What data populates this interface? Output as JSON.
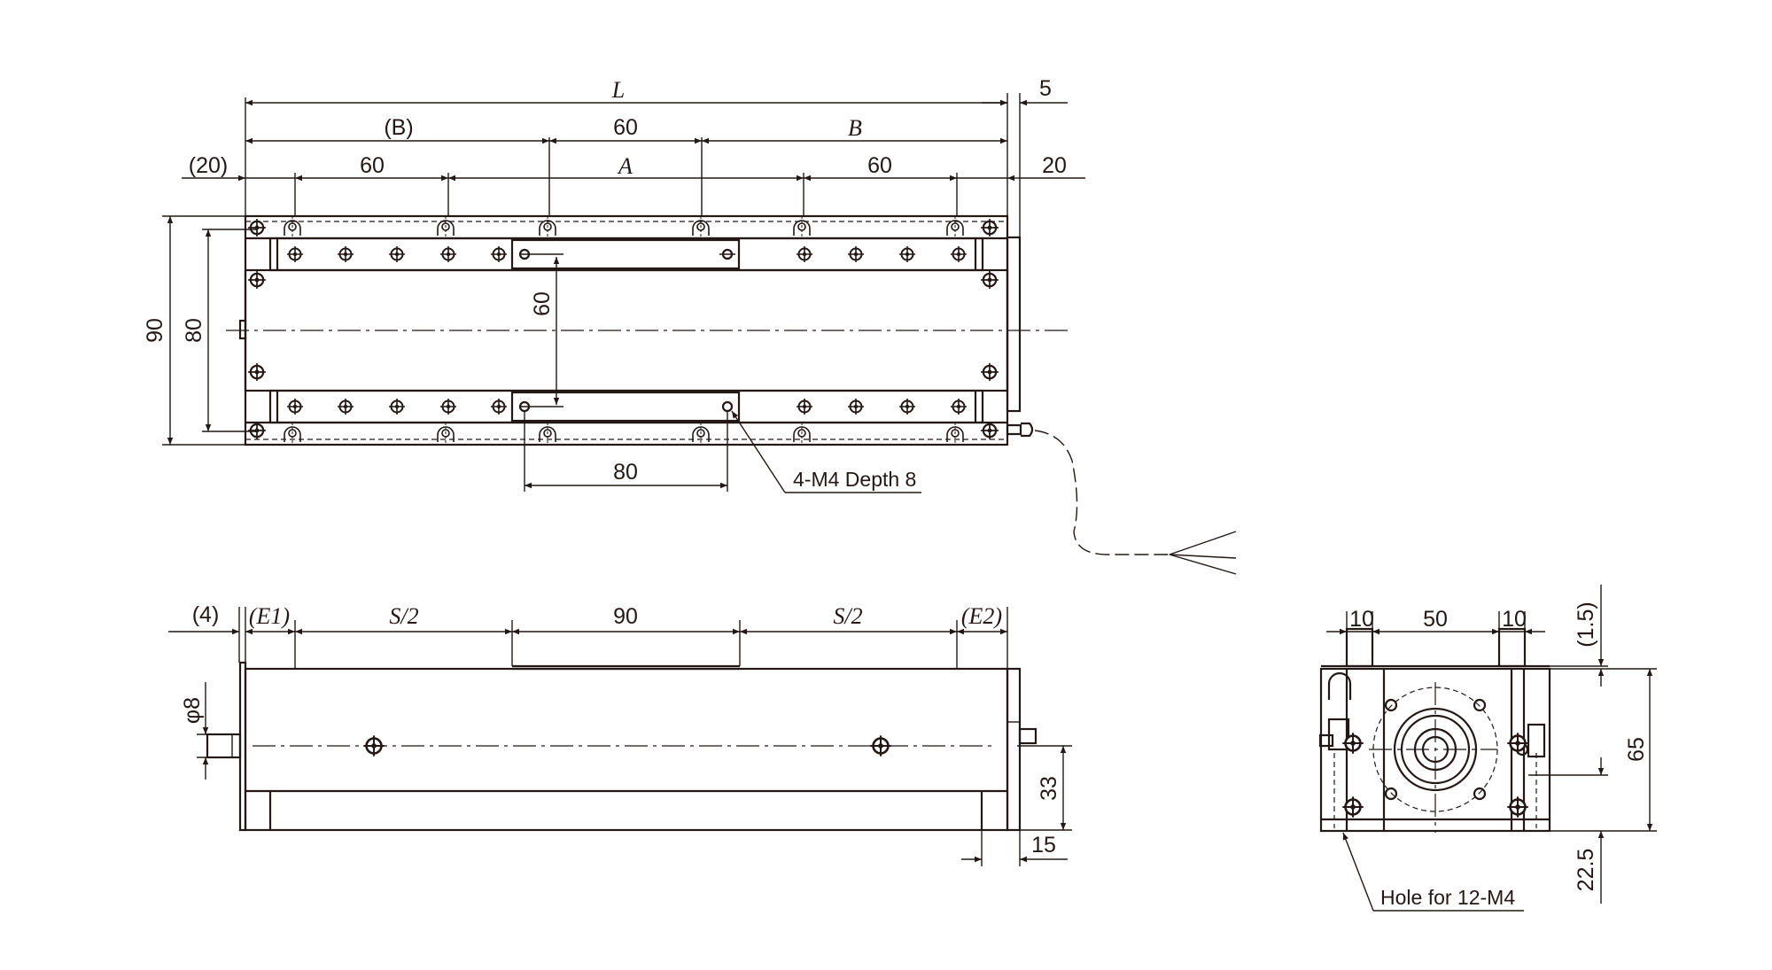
{
  "top_view": {
    "dim_L": "L",
    "dim_5": "5",
    "dim_B_paren": "(B)",
    "dim_60_mid": "60",
    "dim_B": "B",
    "dim_20_paren": "(20)",
    "dim_60_left": "60",
    "dim_A": "A",
    "dim_60_right": "60",
    "dim_20": "20",
    "dim_90": "90",
    "dim_80_side": "80",
    "dim_60_vertical": "60",
    "dim_80_bottom": "80",
    "note_tapped": "4-M4 Depth 8"
  },
  "front_view": {
    "dim_4_paren": "(4)",
    "dim_E1": "(E1)",
    "dim_S2_left": "S/2",
    "dim_90": "90",
    "dim_S2_right": "S/2",
    "dim_E2": "(E2)",
    "dim_phi8": "φ8",
    "dim_33": "33",
    "dim_15": "15"
  },
  "end_view": {
    "dim_10_left": "10",
    "dim_50": "50",
    "dim_10_right": "10",
    "dim_1_5": "(1.5)",
    "dim_65": "65",
    "dim_22_5": "22.5",
    "note_holes": "Hole for 12-M4"
  }
}
